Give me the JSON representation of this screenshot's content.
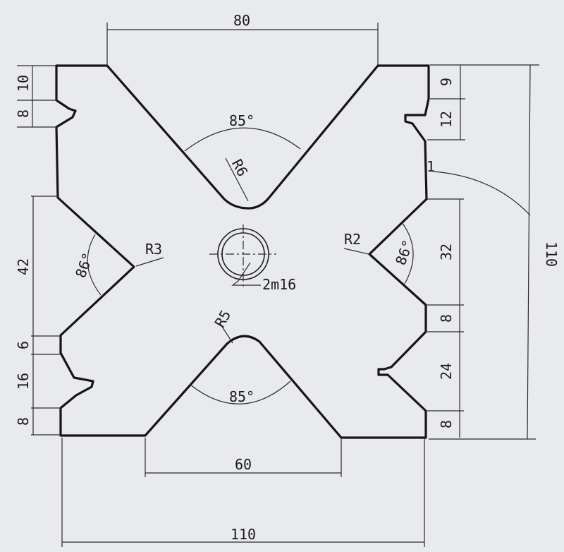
{
  "drawing": {
    "paper_color": "#e9eaee",
    "line_color": "#151515",
    "dimensions": {
      "top_width": "80",
      "bottom_width": "60",
      "overall_width": "110",
      "overall_height": "110",
      "left_top_10": "10",
      "left_top_8": "8",
      "left_42": "42",
      "left_6": "6",
      "left_16": "16",
      "left_bottom_8": "8",
      "right_9": "9",
      "right_12": "12",
      "right_32": "32",
      "right_8_mid": "8",
      "right_24": "24",
      "right_bottom_8": "8"
    },
    "angles": {
      "top_v": "85°",
      "bottom_v": "85°",
      "left_v": "86°",
      "right_v": "86°"
    },
    "radii": {
      "top_v": "R6",
      "bottom_v": "R5",
      "left_v": "R3",
      "right_v": "R2"
    },
    "callouts": {
      "center_hole": "2m16",
      "leader_1": "1"
    }
  }
}
